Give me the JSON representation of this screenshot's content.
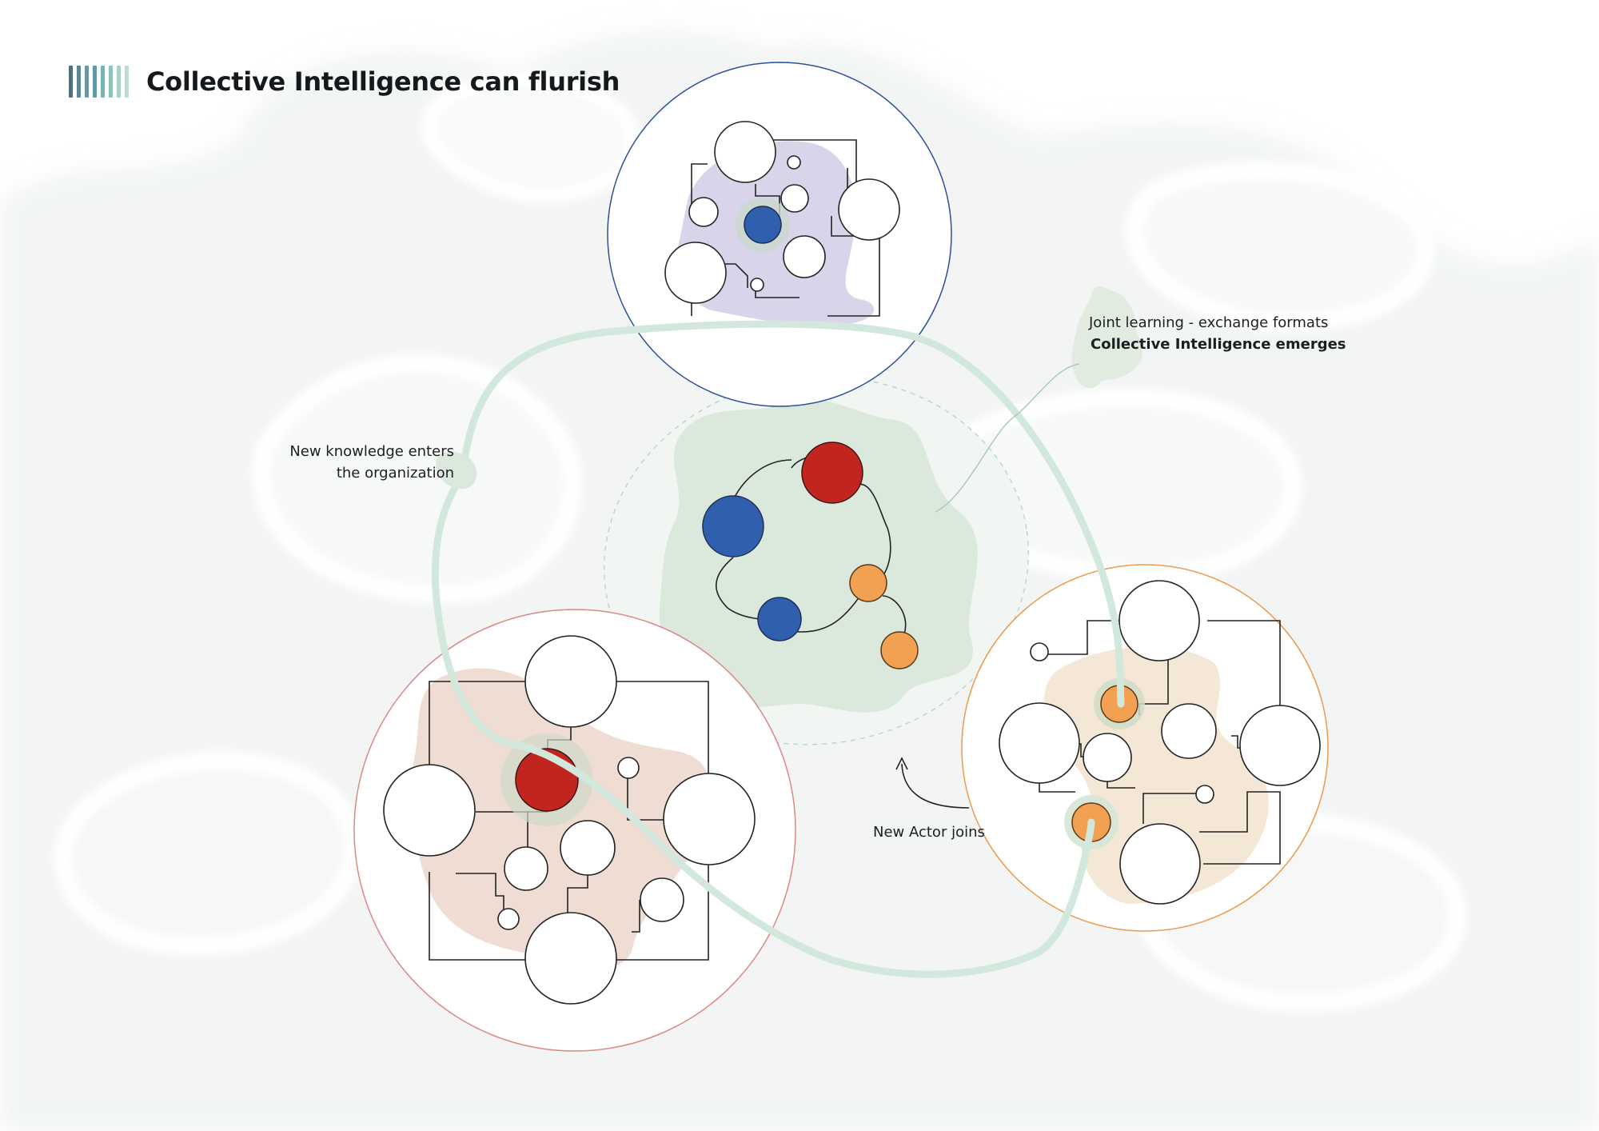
{
  "header": {
    "title": "Collective Intelligence can flurish",
    "bar_colors": [
      "#4f6f7d",
      "#5d8593",
      "#6b97a3",
      "#5f9aa6",
      "#7bb2b4",
      "#8ec3bb",
      "#a6d1c3",
      "#bfdccf"
    ]
  },
  "labels": {
    "new_knowledge_line1": "New knowledge enters",
    "new_knowledge_line2": "the organization",
    "joint_learning": "Joint learning - exchange formats",
    "collective_emerges": "Collective Intelligence emerges",
    "new_actor": "New Actor joins"
  },
  "colors": {
    "blue": "#3060ad",
    "red": "#c0261f",
    "orange": "#f2a153",
    "path_green": "#d3e8dd",
    "blob_green": "#dfeadd",
    "blob_purple": "#dcd7e9",
    "blob_peach": "#efdccf",
    "blob_cream": "#f4e7d6",
    "ring_blue": "#2b4f9a",
    "ring_red": "#d98a86",
    "ring_orange": "#ec9a4c",
    "line": "#2a2a2a"
  },
  "icons": [
    "title-bars-icon",
    "arrow-up-curve-icon"
  ]
}
